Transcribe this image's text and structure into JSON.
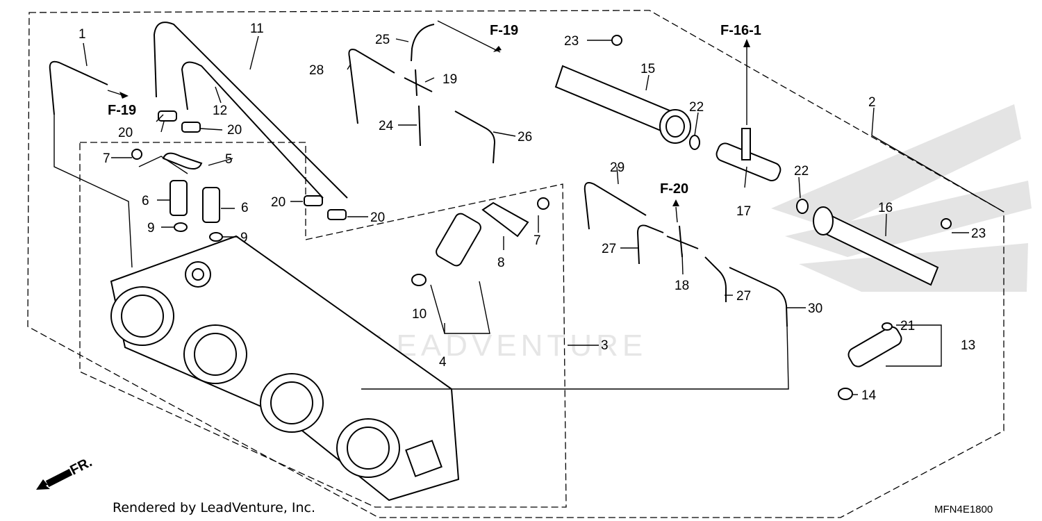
{
  "diagram": {
    "part_numbers": [
      "1",
      "2",
      "3",
      "4",
      "5",
      "6",
      "6",
      "7",
      "7",
      "8",
      "9",
      "9",
      "10",
      "11",
      "12",
      "13",
      "14",
      "15",
      "16",
      "17",
      "18",
      "19",
      "20",
      "20",
      "20",
      "20",
      "21",
      "22",
      "22",
      "23",
      "23",
      "24",
      "25",
      "26",
      "27",
      "27",
      "28",
      "29",
      "30"
    ],
    "references": {
      "f19_left": "F-19",
      "f19_top": "F-19",
      "f16_1": "F-16-1",
      "f20": "F-20"
    },
    "front_marker": "FR.",
    "watermark": "LEADVENTURE",
    "footer": {
      "rendered_by": "Rendered by LeadVenture, Inc.",
      "diagram_code": "MFN4E1800"
    }
  }
}
